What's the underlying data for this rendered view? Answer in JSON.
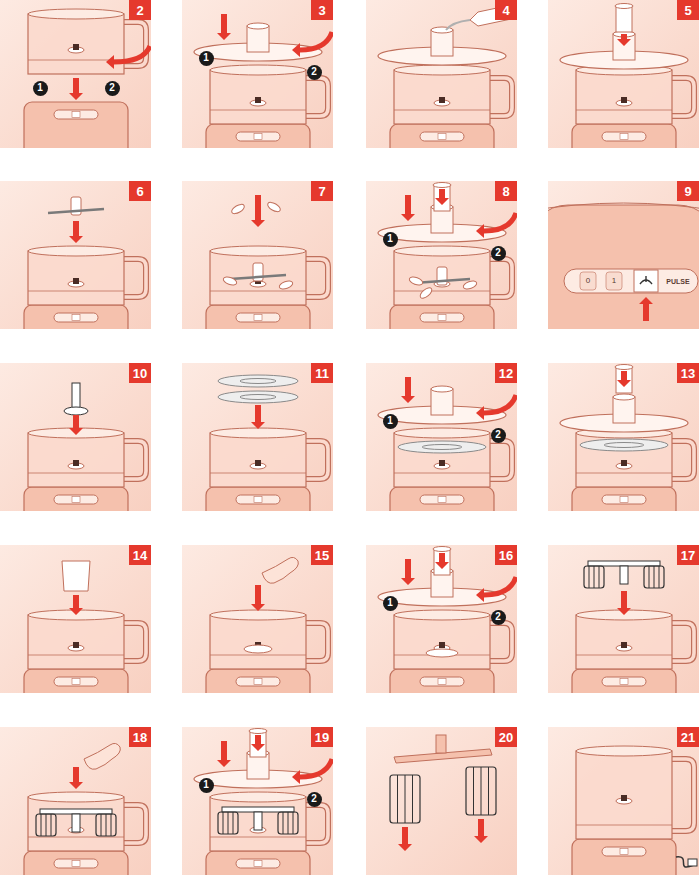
{
  "diagram": {
    "labels": [
      "2",
      "1",
      "2",
      "3",
      "1",
      "2",
      "4",
      "5",
      "6",
      "7",
      "8",
      "1",
      "2",
      "9",
      "0",
      "1",
      "PULSE",
      "10",
      "11",
      "12",
      "1",
      "2",
      "13",
      "14",
      "15",
      "16",
      "1",
      "2",
      "17",
      "18",
      "19",
      "1",
      "2",
      "20",
      "21"
    ]
  }
}
